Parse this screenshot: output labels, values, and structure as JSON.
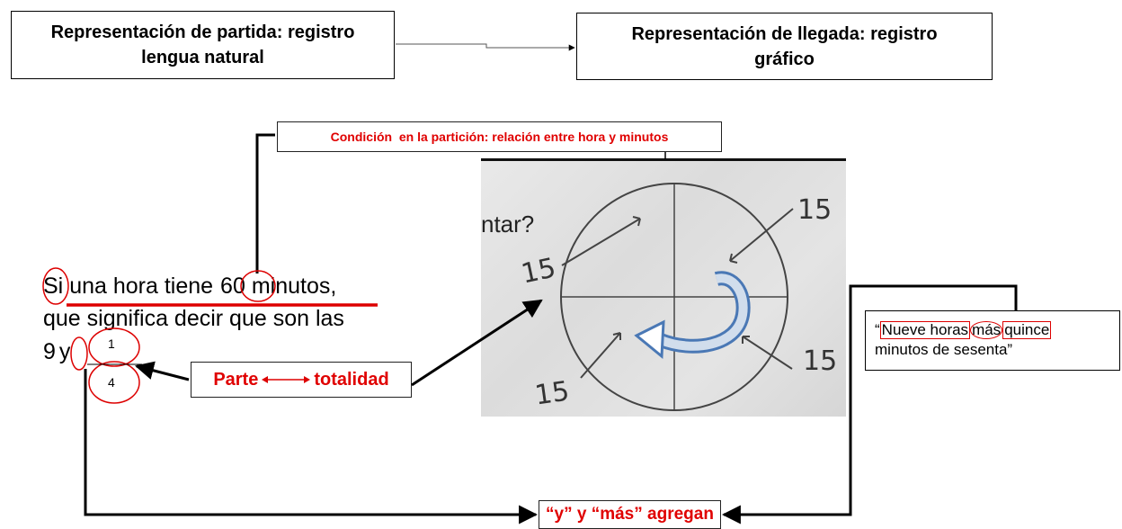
{
  "top": {
    "start_label": "Representación de partida: registro lengua natural",
    "end_label": "Representación de llegada: registro gráfico"
  },
  "condition": {
    "label": "Condición  en la partición: relación entre hora y minutos"
  },
  "sentence": {
    "w1": "Si",
    "w2": "una hora tiene",
    "w3": "60",
    "w4": "minutos,",
    "line2": "que significa decir que son las",
    "nine": "9",
    "y": "y",
    "fraction_num": "1",
    "fraction_den": "4"
  },
  "parte": {
    "left": "Parte",
    "right": "totalidad"
  },
  "photo": {
    "partial_text": "ntar?",
    "labels": [
      "15",
      "15",
      "15",
      "15"
    ]
  },
  "quote": {
    "open": "“",
    "w1": "Nueve horas",
    "w2": "más",
    "w3": "quince",
    "line2": "minutos de sesenta”"
  },
  "agregan": {
    "label": "“y” y “más” agregan"
  },
  "colors": {
    "accent_red": "#e00000",
    "arrow_blue": "#4a78b5"
  }
}
